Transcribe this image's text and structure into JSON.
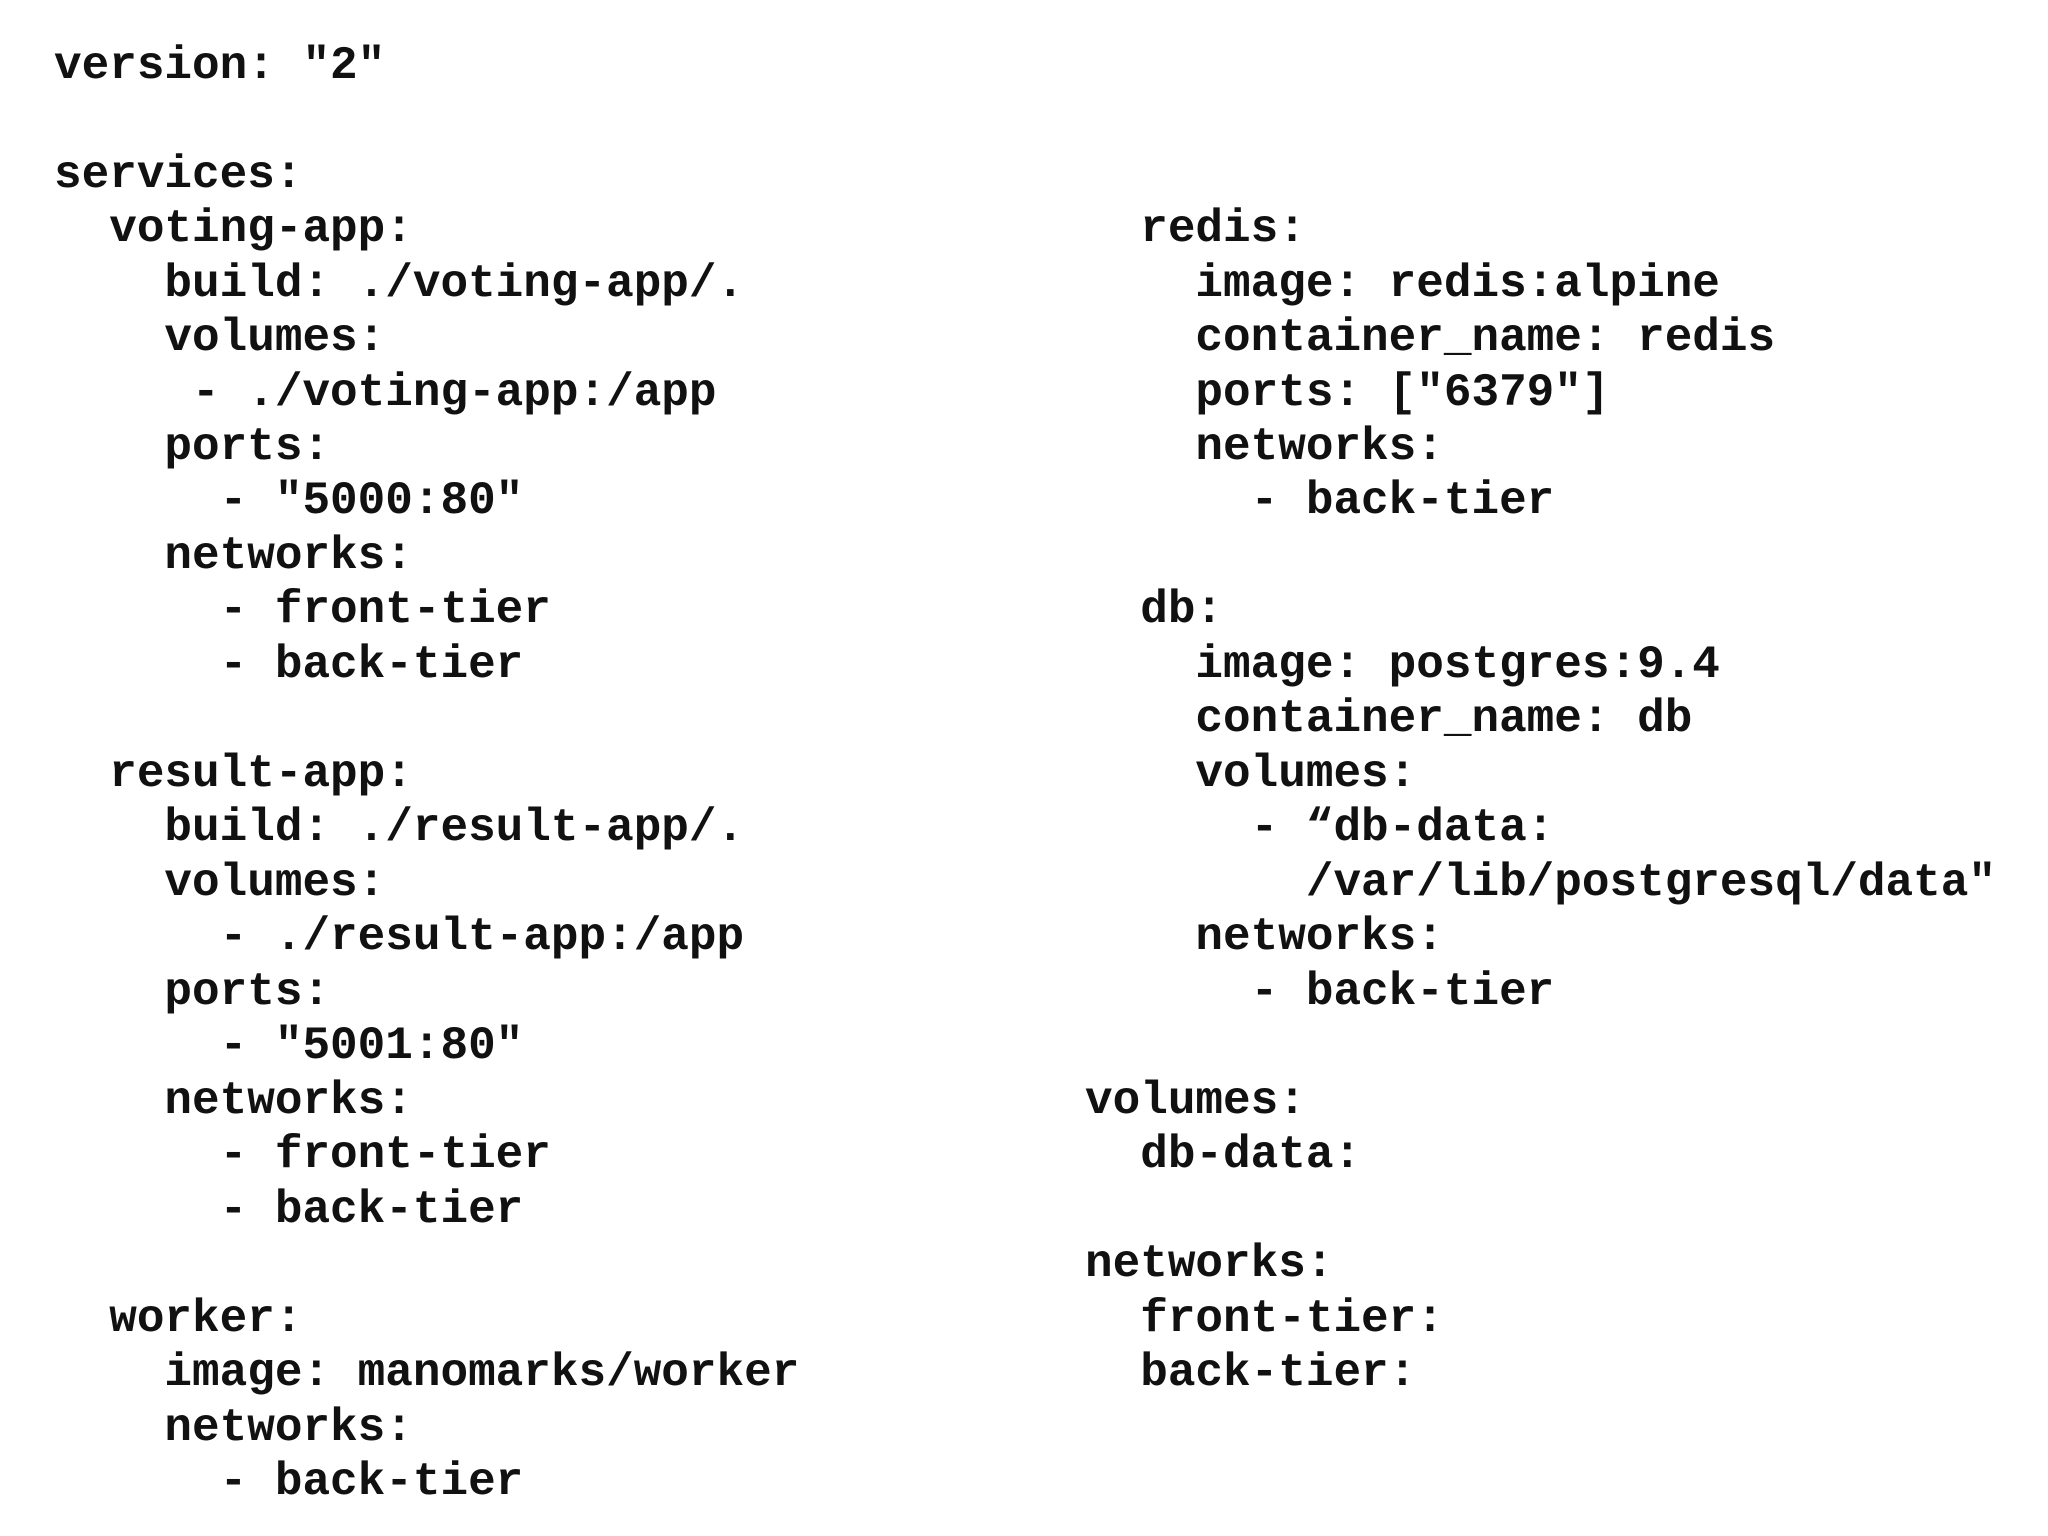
{
  "document": {
    "left_column": [
      "version: \"2\"",
      "",
      "services:",
      "  voting-app:",
      "    build: ./voting-app/.",
      "    volumes:",
      "     - ./voting-app:/app",
      "    ports:",
      "      - \"5000:80\"",
      "    networks:",
      "      - front-tier",
      "      - back-tier",
      "",
      "  result-app:",
      "    build: ./result-app/.",
      "    volumes:",
      "      - ./result-app:/app",
      "    ports:",
      "      - \"5001:80\"",
      "    networks:",
      "      - front-tier",
      "      - back-tier",
      "",
      "  worker:",
      "    image: manomarks/worker",
      "    networks:",
      "      - back-tier"
    ],
    "right_column": [
      "  redis:",
      "    image: redis:alpine",
      "    container_name: redis",
      "    ports: [\"6379\"]",
      "    networks:",
      "      - back-tier",
      "",
      "  db:",
      "    image: postgres:9.4",
      "    container_name: db",
      "    volumes:",
      "      - “db-data:",
      "        /var/lib/postgresql/data\"",
      "    networks:",
      "      - back-tier",
      "",
      "volumes:",
      "  db-data:",
      "",
      "networks:",
      "  front-tier:",
      "  back-tier:"
    ]
  }
}
